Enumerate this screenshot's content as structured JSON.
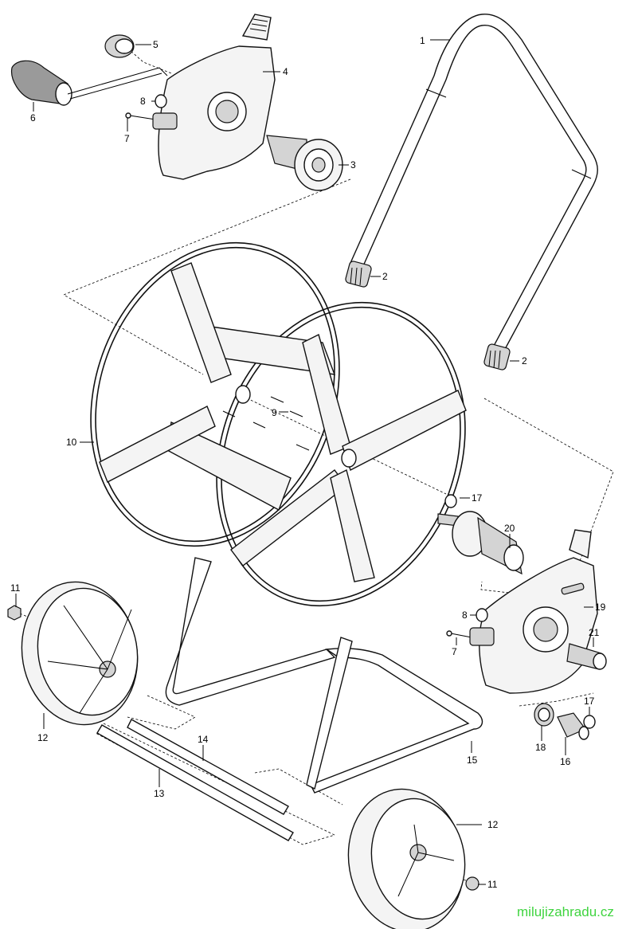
{
  "callouts": {
    "c1": "1",
    "c2a": "2",
    "c2b": "2",
    "c3": "3",
    "c4": "4",
    "c5": "5",
    "c6": "6",
    "c7a": "7",
    "c7b": "7",
    "c8a": "8",
    "c8b": "8",
    "c9": "9",
    "c10": "10",
    "c11a": "11",
    "c11b": "11",
    "c12a": "12",
    "c12b": "12",
    "c13": "13",
    "c14": "14",
    "c15": "15",
    "c16": "16",
    "c17a": "17",
    "c17b": "17",
    "c18": "18",
    "c19": "19",
    "c20": "20",
    "c21": "21"
  },
  "watermark": "milujizahradu.cz"
}
